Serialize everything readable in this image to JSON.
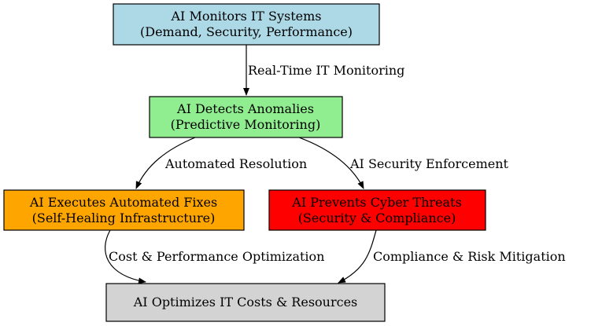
{
  "nodes": {
    "monitor": {
      "line1": "AI Monitors IT Systems",
      "line2": "(Demand, Security, Performance)",
      "fill": "#add8e6"
    },
    "detect": {
      "line1": "AI Detects Anomalies",
      "line2": "(Predictive Monitoring)",
      "fill": "#90ee90"
    },
    "fixes": {
      "line1": "AI Executes Automated Fixes",
      "line2": "(Self-Healing Infrastructure)",
      "fill": "#ffa500"
    },
    "threats": {
      "line1": "AI Prevents Cyber Threats",
      "line2": "(Security & Compliance)",
      "fill": "#ff0000"
    },
    "optimize": {
      "line1": "AI Optimizes IT Costs & Resources",
      "fill": "#d3d3d3"
    }
  },
  "edges": {
    "monitor_detect": "Real-Time IT Monitoring",
    "detect_fixes": "Automated Resolution",
    "detect_threats": "AI Security Enforcement",
    "fixes_optimize": "Cost & Performance Optimization",
    "threats_optimize": "Compliance & Risk Mitigation"
  }
}
